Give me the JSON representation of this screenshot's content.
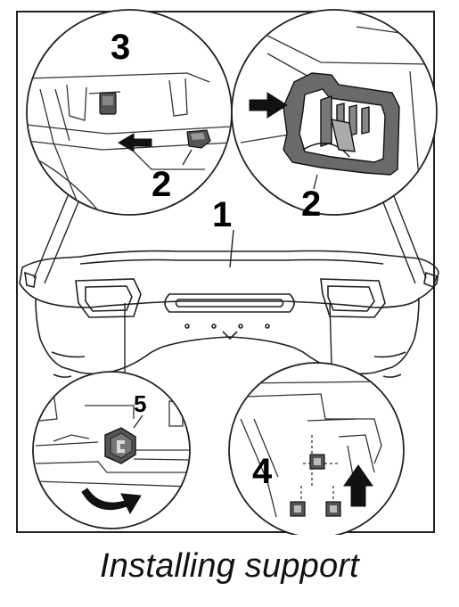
{
  "figure": {
    "caption": "Installing support",
    "callouts": {
      "c1": "1",
      "c2_left": "2",
      "c2_right": "2",
      "c3": "3",
      "c4": "4",
      "c5": "5"
    }
  },
  "colors": {
    "line": "#222222",
    "part_fill": "#5a5a5a",
    "background": "#ffffff"
  },
  "icons": [
    "arrow-icon",
    "rotate-arrow-icon",
    "clip-part-icon",
    "nut-icon"
  ]
}
